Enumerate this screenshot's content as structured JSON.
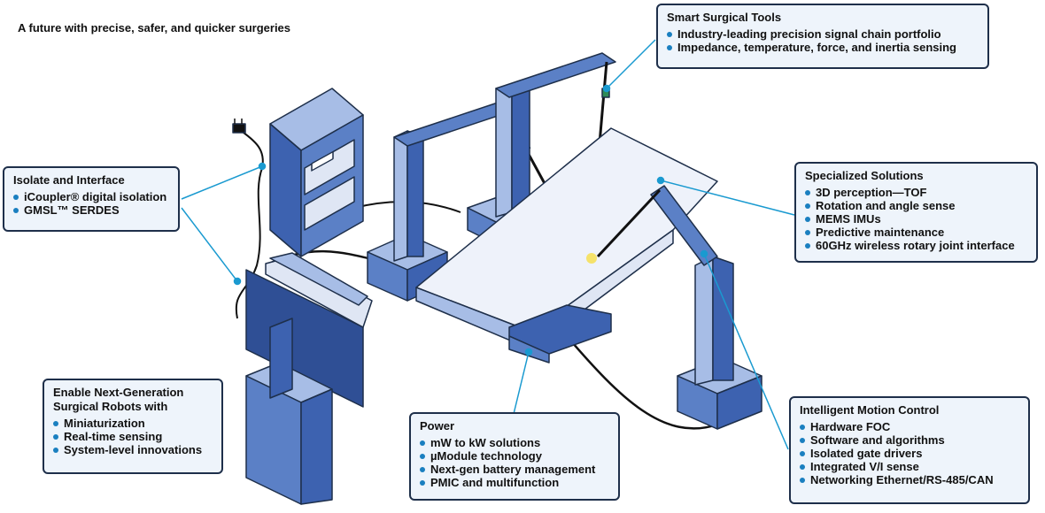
{
  "title": "A future with precise, safer, and quicker surgeries",
  "callouts": {
    "smart_tools": {
      "heading": "Smart Surgical Tools",
      "items": [
        "Industry-leading precision signal chain portfolio",
        "Impedance, temperature, force, and inertia sensing"
      ]
    },
    "isolate": {
      "heading": "Isolate and Interface",
      "items": [
        "iCoupler® digital isolation",
        "GMSL™ SERDES"
      ]
    },
    "specialized": {
      "heading": "Specialized Solutions",
      "items": [
        "3D perception—TOF",
        "Rotation and angle sense",
        "MEMS IMUs",
        "Predictive maintenance",
        "60GHz wireless rotary joint interface"
      ]
    },
    "next_gen": {
      "heading": "Enable Next-Generation Surgical Robots with",
      "items": [
        "Miniaturization",
        "Real-time sensing",
        "System-level innovations"
      ]
    },
    "power": {
      "heading": "Power",
      "items": [
        "mW to kW solutions",
        "µModule technology",
        "Next-gen battery management",
        "PMIC and multifunction"
      ]
    },
    "motion": {
      "heading": "Intelligent Motion Control",
      "items": [
        "Hardware FOC",
        "Software and algorithms",
        "Isolated gate drivers",
        "Integrated V/I sense",
        "Networking Ethernet/RS-485/CAN"
      ]
    }
  },
  "colors": {
    "dark_blue": "#3d62b0",
    "mid_blue": "#5b80c6",
    "light_blue": "#a7bde6",
    "leader_line": "#1a9ad0",
    "outline": "#1e2f4a"
  }
}
